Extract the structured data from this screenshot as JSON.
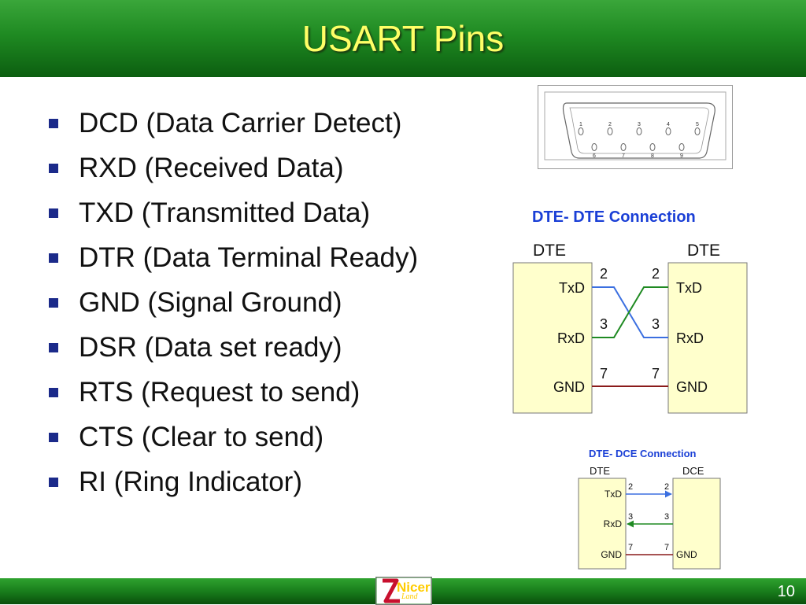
{
  "slide": {
    "title": "USART Pins",
    "page_number": "10"
  },
  "bullets": [
    "DCD (Data Carrier Detect)",
    "RXD (Received Data)",
    "TXD (Transmitted Data)",
    "DTR (Data Terminal Ready)",
    "GND (Signal Ground)",
    "DSR (Data set ready)",
    "RTS (Request to send)",
    "CTS (Clear to send)",
    "RI (Ring Indicator)"
  ],
  "connector": {
    "top_pins": [
      "1",
      "2",
      "3",
      "4",
      "5"
    ],
    "bottom_pins": [
      "6",
      "7",
      "8",
      "9"
    ]
  },
  "dte_dte": {
    "title": "DTE- DTE Connection",
    "left_label": "DTE",
    "right_label": "DTE",
    "signals": [
      "TxD",
      "RxD",
      "GND"
    ],
    "pin_numbers": [
      "2",
      "3",
      "7"
    ]
  },
  "dte_dce": {
    "title": "DTE- DCE Connection",
    "left_label": "DTE",
    "right_label": "DCE",
    "left_signals": [
      "TxD",
      "RxD",
      "GND"
    ],
    "right_signals": [
      "GND"
    ],
    "pin_numbers": [
      "2",
      "3",
      "7"
    ]
  },
  "logo": {
    "text": "Nicer",
    "sub": "Land"
  },
  "colors": {
    "title_text": "#ffff66",
    "header_green": "#1f8a22",
    "bullet_square": "#1b2a8a",
    "diagram_title": "#1a3fd6",
    "box_fill": "#ffffcc",
    "wire_blue": "#3b6fe0",
    "wire_green": "#1f8a22",
    "wire_red": "#8a1a1a"
  }
}
